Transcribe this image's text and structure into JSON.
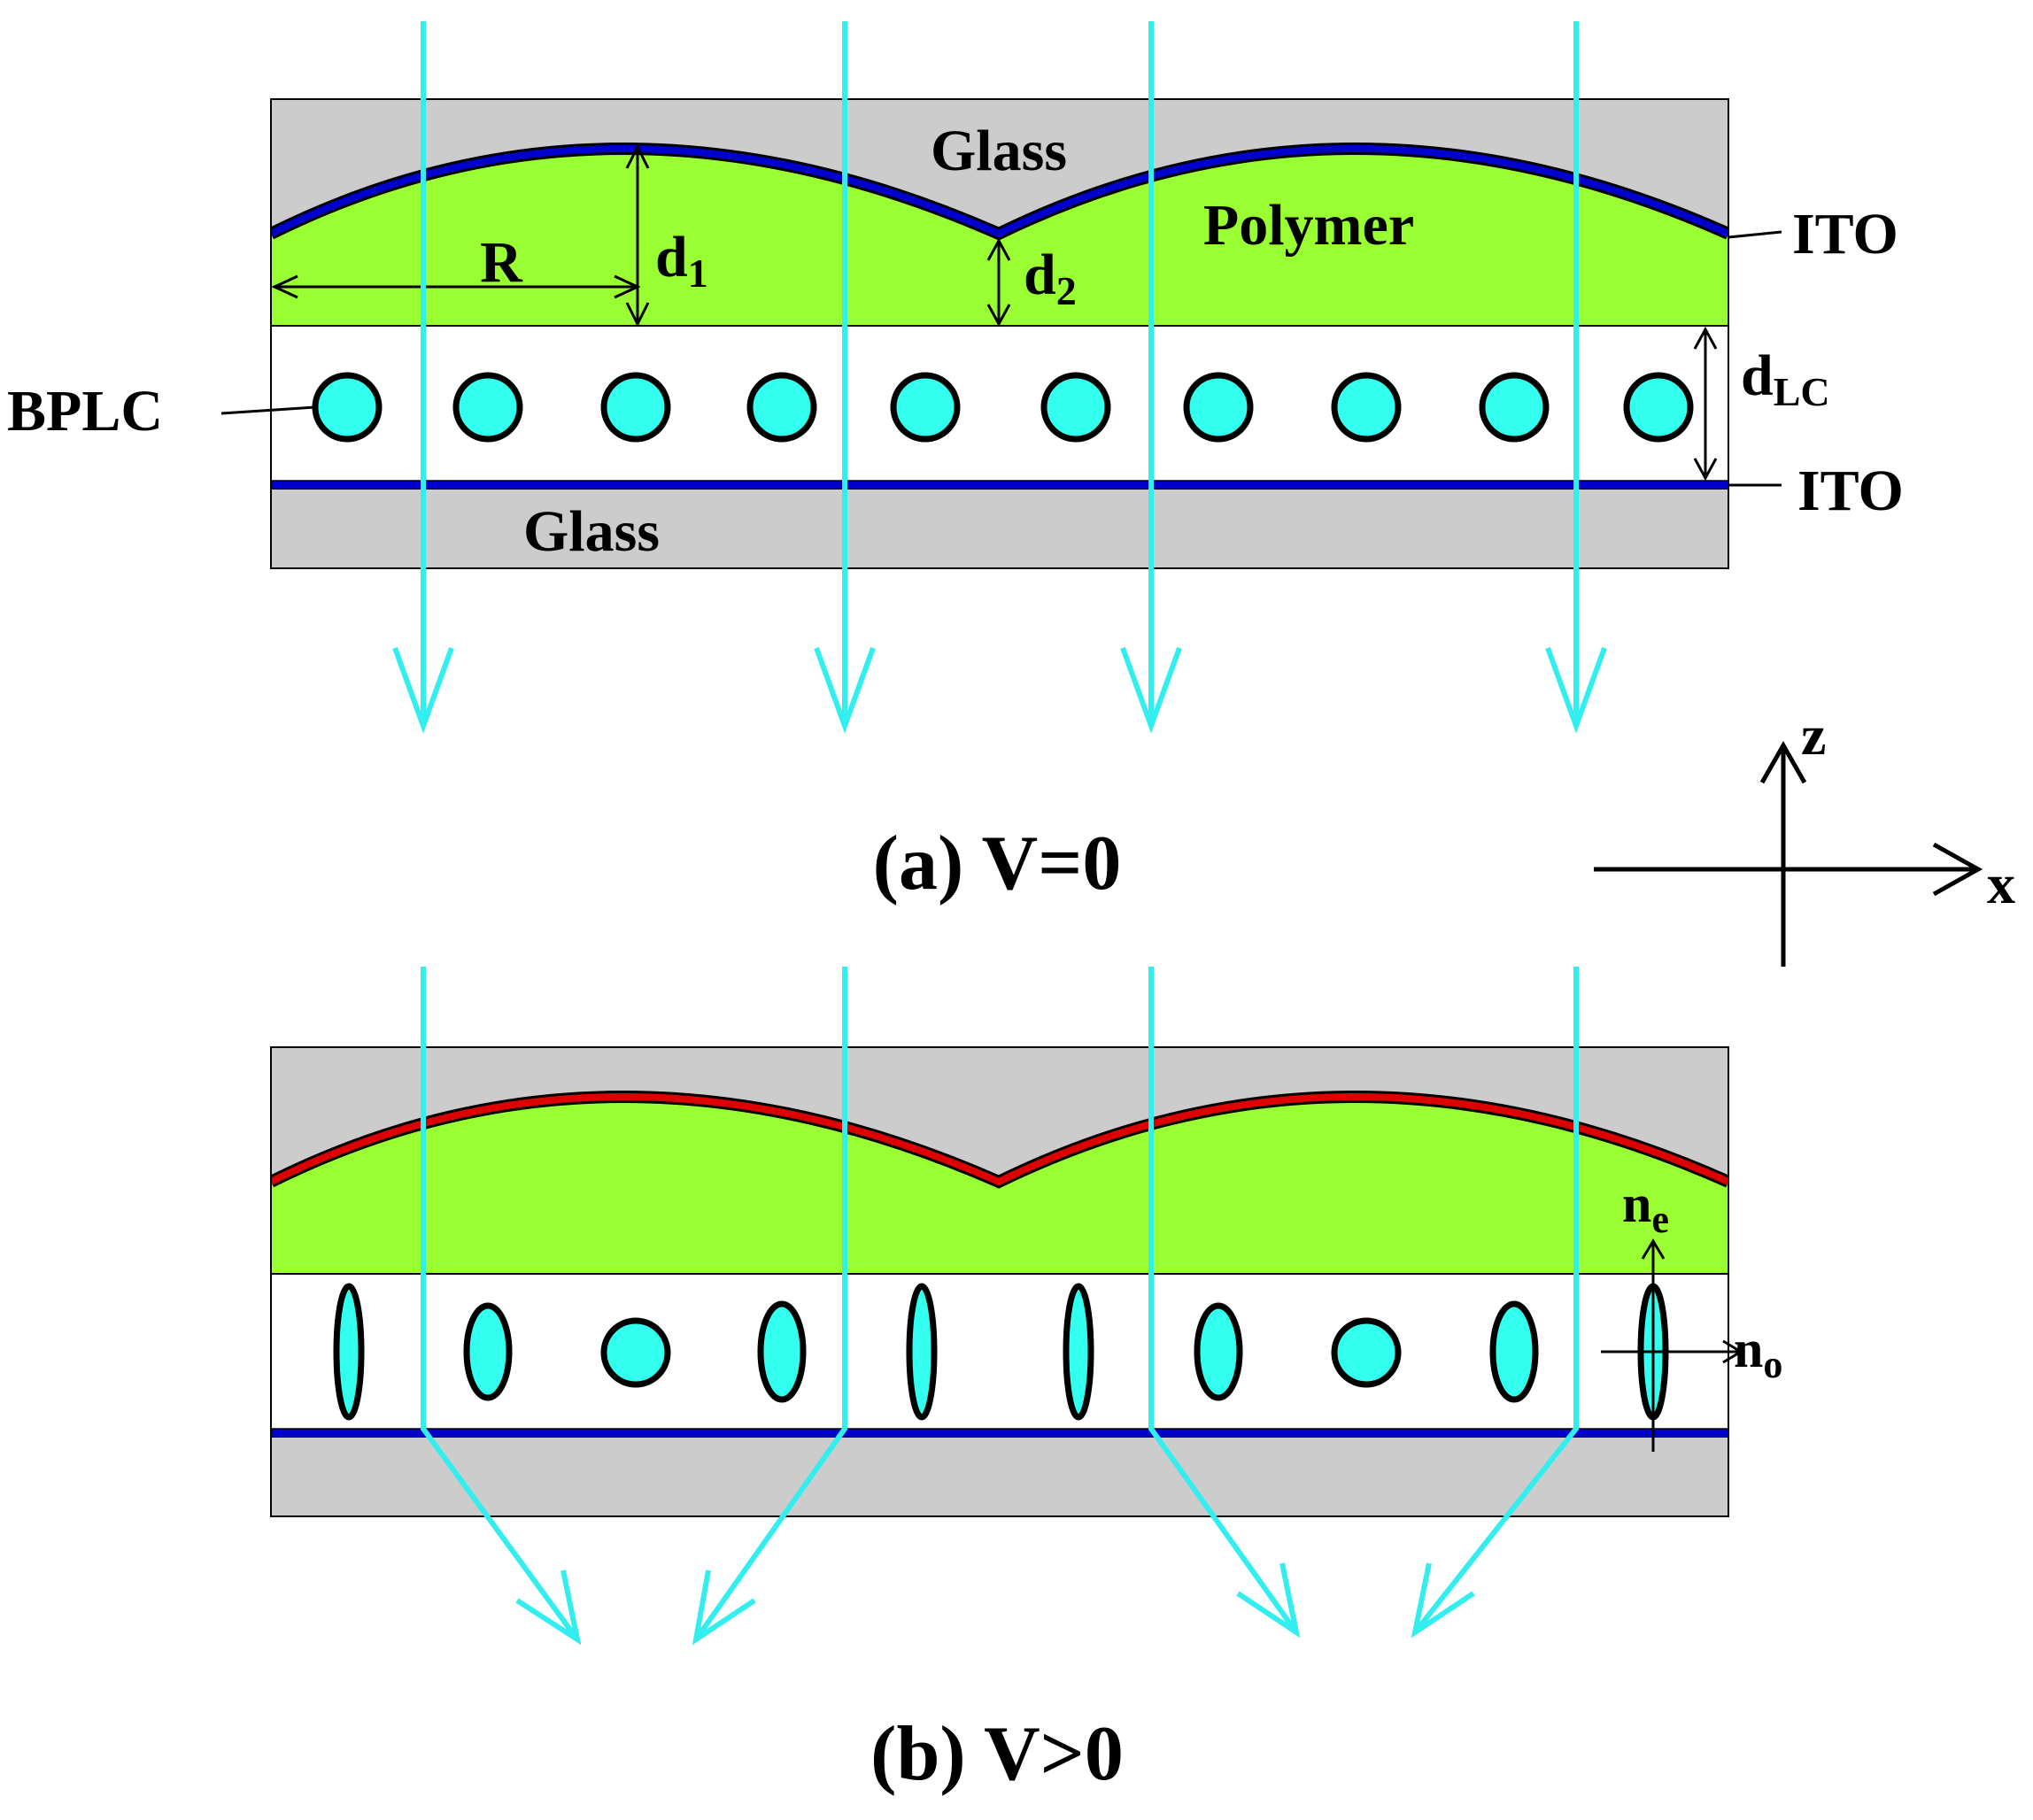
{
  "panel_a": {
    "caption": "(a) V=0",
    "labels": {
      "glass_top": "Glass",
      "glass_bottom": "Glass",
      "polymer": "Polymer",
      "ito_top": "ITO",
      "ito_bottom": "ITO",
      "bplc": "BPLC",
      "radius": "R",
      "d1_main": "d",
      "d1_sub": "1",
      "d2_main": "d",
      "d2_sub": "2",
      "dlc_main": "d",
      "dlc_sub": "LC"
    }
  },
  "panel_b": {
    "caption": "(b) V>0",
    "labels": {
      "ne_main": "n",
      "ne_sub": "e",
      "no_main": "n",
      "no_sub": "o"
    }
  },
  "axes": {
    "z": "z",
    "x": "x"
  },
  "colors": {
    "glass": "#cccccc",
    "polymer": "#99ff33",
    "lc_molecule": "#33ffee",
    "ray": "#33eeee",
    "ito_off": "#0000cc",
    "ito_on": "#dd0000",
    "outline": "#000000"
  }
}
